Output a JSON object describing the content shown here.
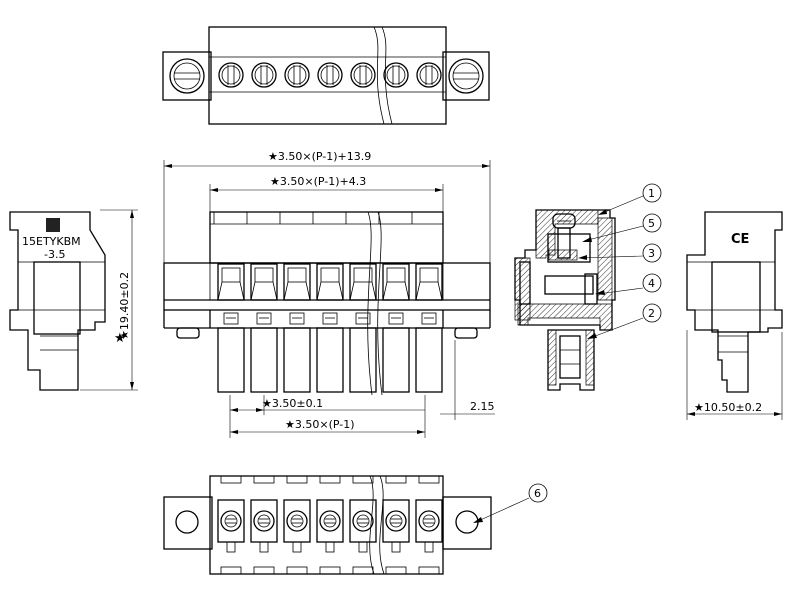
{
  "labels": {
    "overall_width": "★3.50×(P-1)+13.9",
    "inner_width": "★3.50×(P-1)+4.3",
    "pitch": "★3.50±0.1",
    "pitch_span": "★3.50×(P-1)",
    "offset": "2.15",
    "height": "★19.40±0.2",
    "depth": "★10.50±0.2",
    "part_code": "15ETYKBM",
    "part_suffix": "-3.5",
    "cert_mark": "CE"
  },
  "callouts": [
    "1",
    "5",
    "3",
    "4",
    "2",
    "6"
  ],
  "pin_count": 7
}
